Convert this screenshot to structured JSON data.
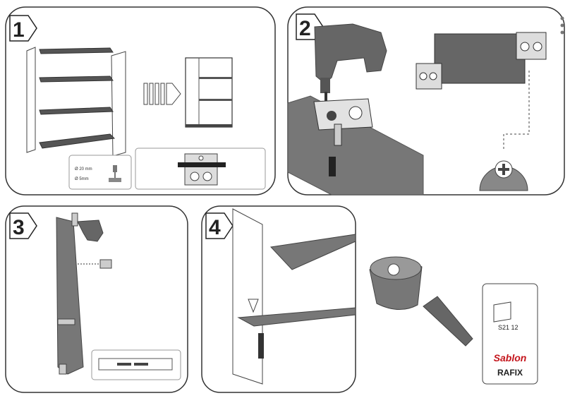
{
  "steps": [
    {
      "number": "1"
    },
    {
      "number": "2"
    },
    {
      "number": "3"
    },
    {
      "number": "4"
    }
  ],
  "step1": {
    "drill_label_20": "Ø 20 mm",
    "drill_label_5": "Ø 5mm"
  },
  "product": {
    "code": "S21 12",
    "brand": "Sablon",
    "model": "RAFIX"
  },
  "menu_icon": "more-vertical-icon"
}
